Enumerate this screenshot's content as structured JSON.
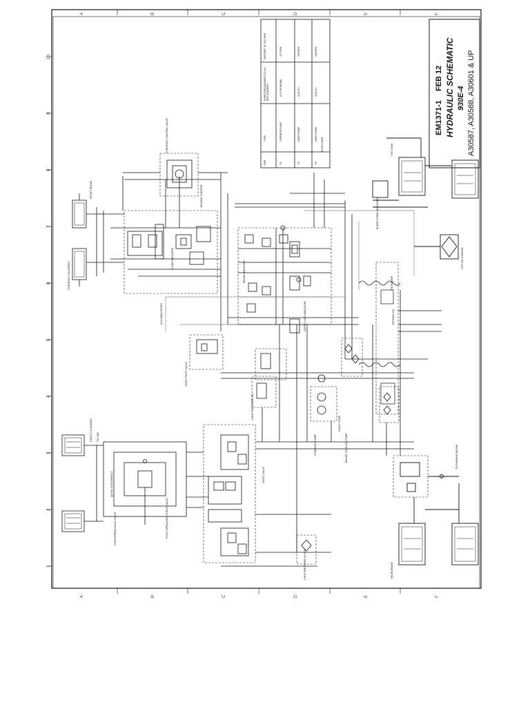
{
  "title_block": {
    "document_id": "EM1371-1",
    "date": "FEB 12",
    "title": "HYDRAULIC SCHEMATIC",
    "model": "930E-4",
    "serials": "A30587, A30588, A30601 & UP"
  },
  "grid": {
    "columns": [
      "1",
      "2",
      "3",
      "4",
      "5",
      "6",
      "7",
      "8",
      "9",
      "10"
    ],
    "rows": [
      "A",
      "B",
      "C",
      "D",
      "E",
      "F"
    ]
  },
  "pump_table": {
    "headers": [
      "ITEM",
      "TYPE",
      "PUMP DISPLACEMENT CU IN / REV (CM3/REV)",
      "DELIVERY @ 1900 RPM"
    ],
    "rows": [
      [
        "P1",
        "STEERING PUMP",
        "A 30 PSI BRAKE",
        "127 GPM"
      ],
      [
        "P2",
        "HOIST PUMP",
        "4.28 (70)",
        "225 GPM"
      ],
      [
        "P3",
        "HOIST PUMP",
        "4.28 (70)",
        "225 GPM"
      ]
    ]
  },
  "labels": [
    "FRONT BRAKE",
    "STEERING CYLINDERS",
    "STEERING CONTROL VALVE",
    "BRAKE MANIFOLD",
    "ACCUMULATORS",
    "ENGINE STARTER",
    "AUTO LUBE",
    "SUPPLY ACCUMULATOR",
    "HOIST PILOT VALVE",
    "HOIST VALVE",
    "HIGH PRESSURE FILTER",
    "BLEED DOWN MANIFOLD",
    "HYD TANK",
    "HYD OIL COOLER",
    "REAR BRAKE",
    "HOIST CYLINDERS",
    "BRAKE COOLING PUMP",
    "HOIST PUMP",
    "STEERING PUMP",
    "COUNTERBALANCE VALVE",
    "QUICK DISCONNECT",
    "PILOT OPERATED CHECK VALVE",
    "FLOW AMPLIFIER",
    "RETARDER",
    "TO PARKING BRAKE",
    "TO CAB",
    "HIGH PRESSURE OIL",
    "RETURN OIL"
  ]
}
